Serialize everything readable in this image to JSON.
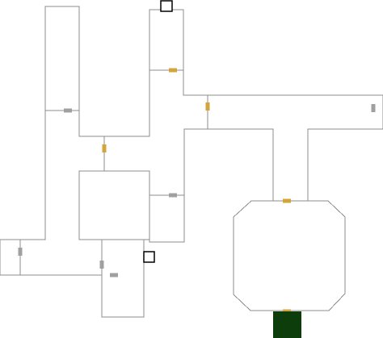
{
  "map": {
    "wall_color": "#8c8c8c",
    "background": "#ffffff",
    "door_colors": {
      "locked": "#d4a43a",
      "open": "#a0a0a0"
    },
    "exit_color": "#0e3d0c",
    "doors": [
      {
        "id": "door-tower-right",
        "state": "locked",
        "orientation": "horizontal"
      },
      {
        "id": "door-corridor-top",
        "state": "locked",
        "orientation": "vertical"
      },
      {
        "id": "door-tall-left",
        "state": "open",
        "orientation": "horizontal"
      },
      {
        "id": "door-center-link",
        "state": "locked",
        "orientation": "vertical"
      },
      {
        "id": "door-far-right",
        "state": "open",
        "orientation": "vertical"
      },
      {
        "id": "door-mid-right",
        "state": "open",
        "orientation": "horizontal"
      },
      {
        "id": "door-octagon-top",
        "state": "locked",
        "orientation": "horizontal"
      },
      {
        "id": "door-left-wing",
        "state": "open",
        "orientation": "vertical"
      },
      {
        "id": "door-bottom-room",
        "state": "open",
        "orientation": "vertical"
      },
      {
        "id": "door-bottom-hall",
        "state": "open",
        "orientation": "horizontal"
      },
      {
        "id": "door-octagon-bottom",
        "state": "locked",
        "orientation": "horizontal"
      }
    ],
    "markers": [
      {
        "id": "marker-top",
        "icon": "empty-square-marker-icon"
      },
      {
        "id": "marker-bottom",
        "icon": "empty-square-marker-icon"
      }
    ],
    "exit": {
      "id": "exit-tile",
      "icon": "exit-tile-icon"
    }
  }
}
